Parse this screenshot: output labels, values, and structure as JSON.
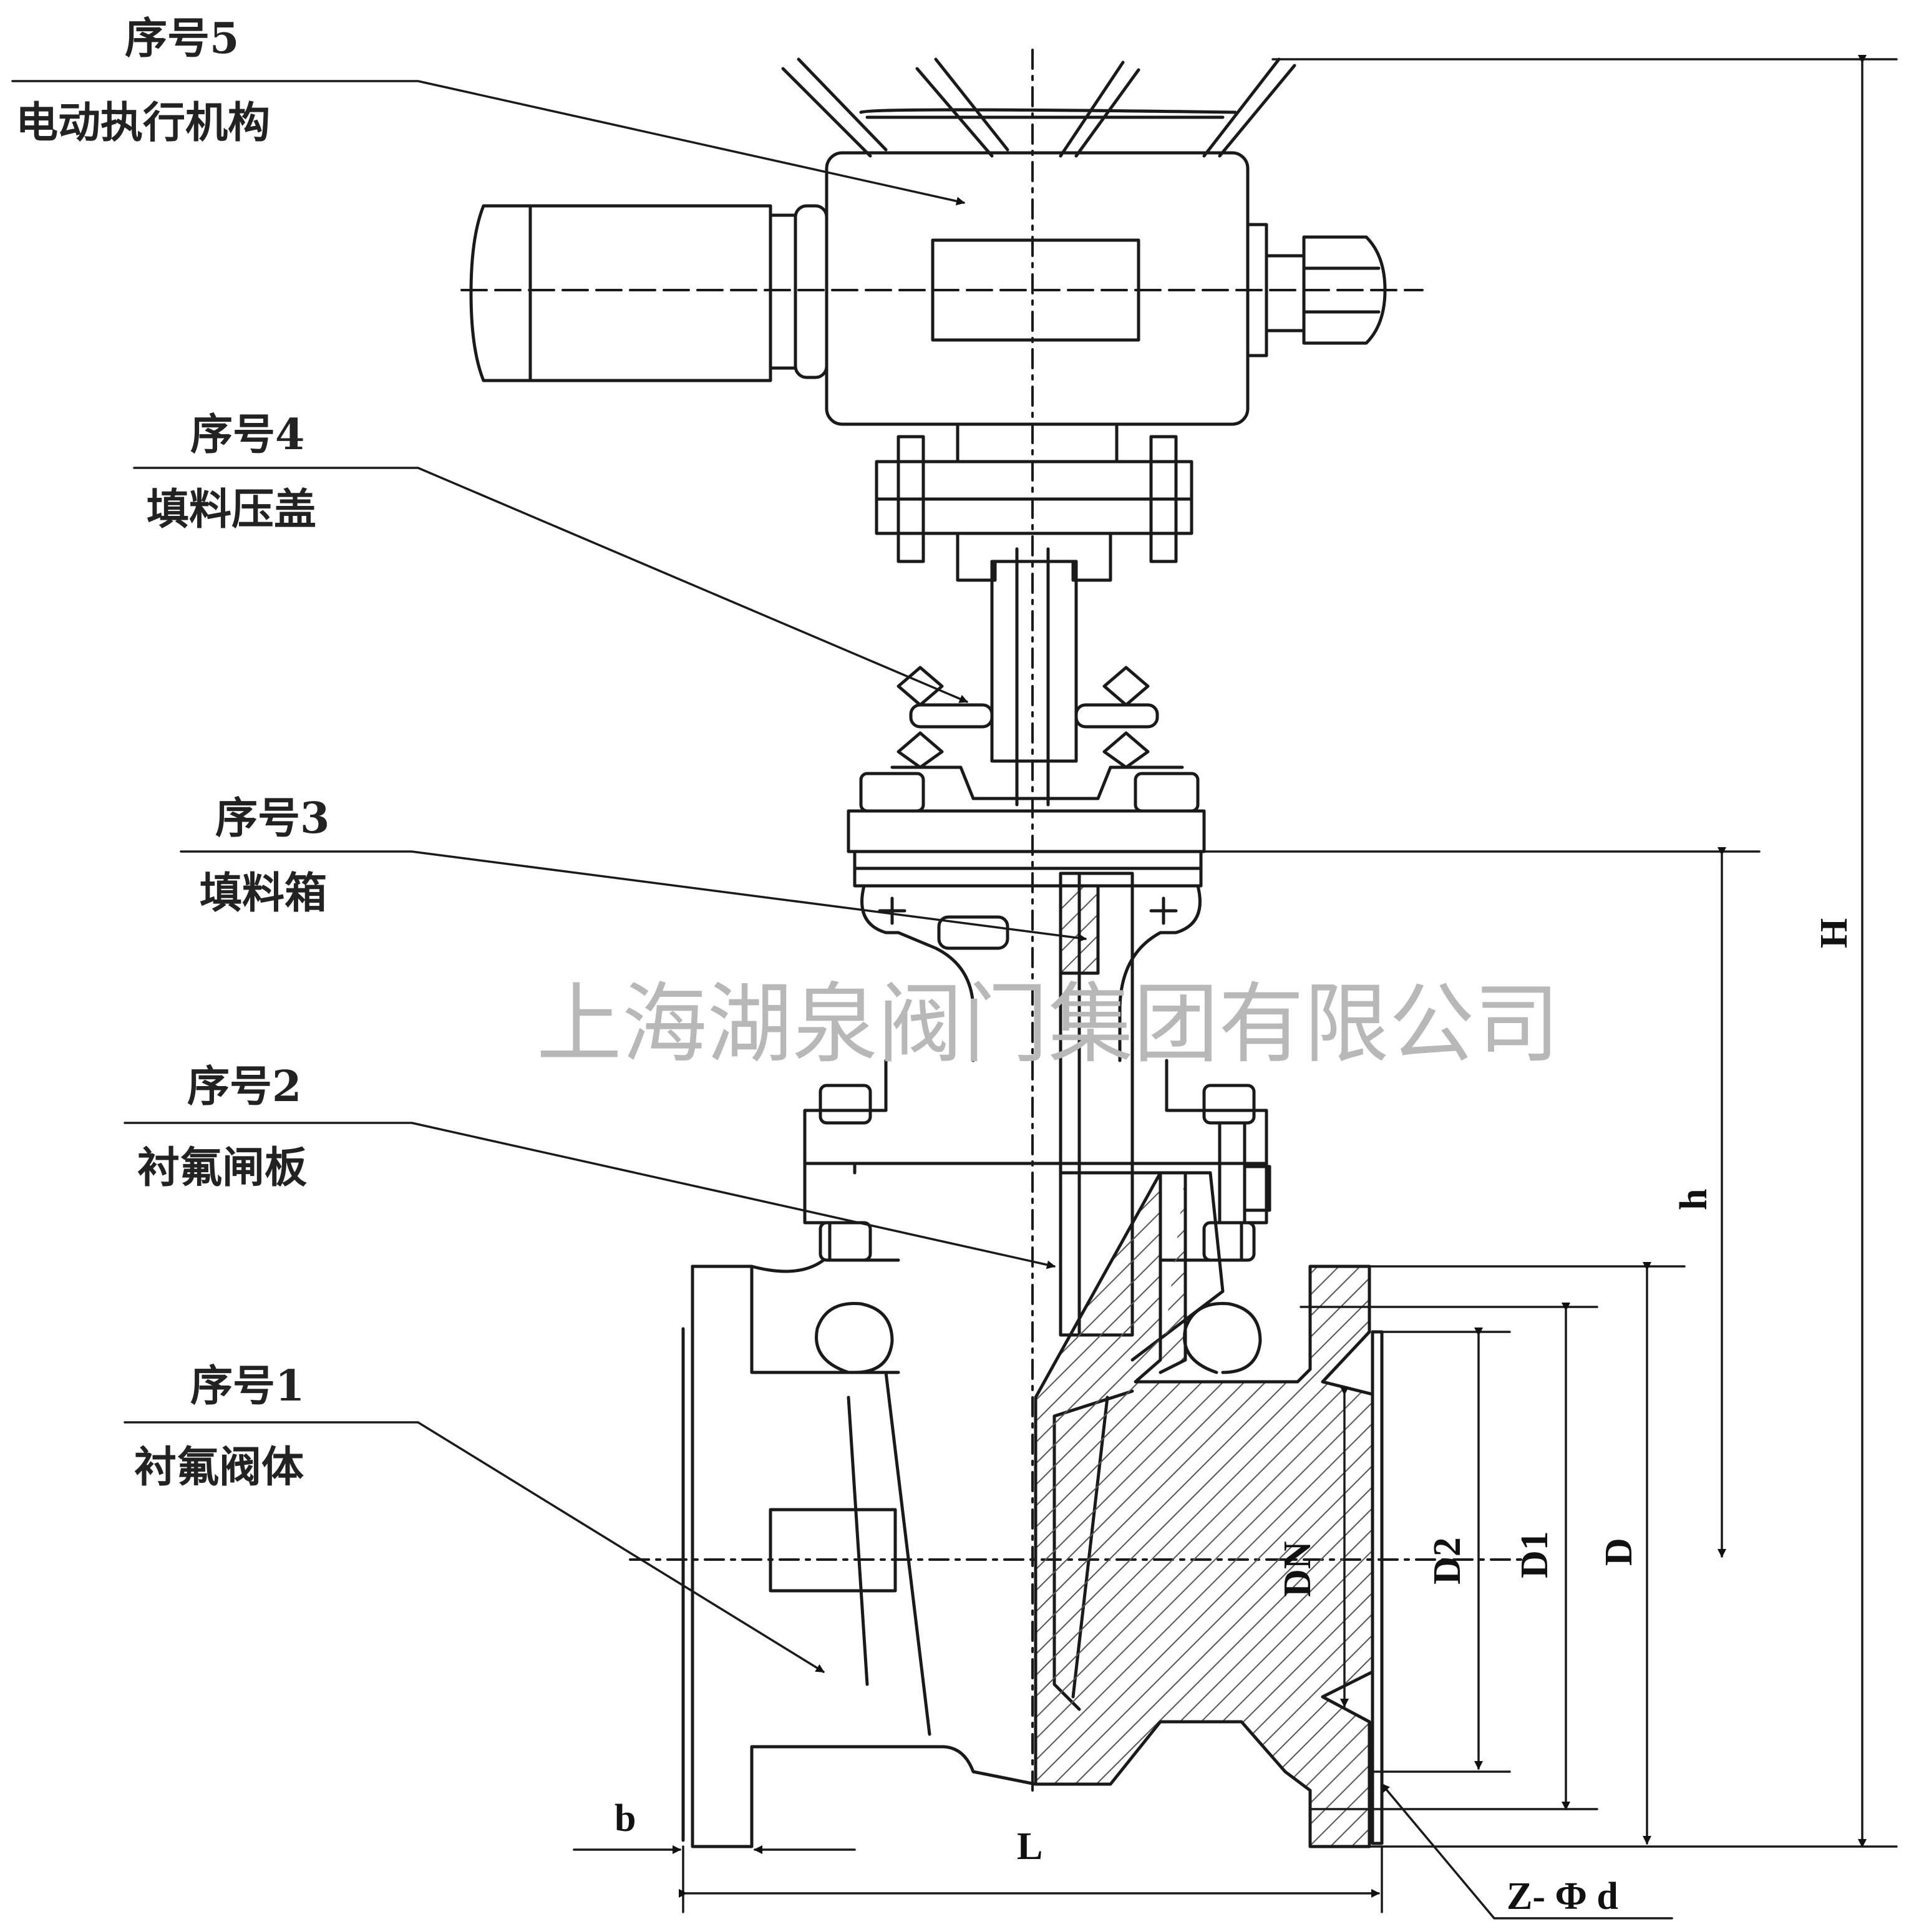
{
  "callouts": [
    {
      "no": "序号5",
      "name": "电动执行机构"
    },
    {
      "no": "序号4",
      "name": "填料压盖"
    },
    {
      "no": "序号3",
      "name": "填料箱"
    },
    {
      "no": "序号2",
      "name": "衬氟闸板"
    },
    {
      "no": "序号1",
      "name": "衬氟阀体"
    }
  ],
  "watermark": "上海湖泉阀门集团有限公司",
  "dimensions": {
    "H": "H",
    "h": "h",
    "DN": "DN",
    "D2": "D2",
    "D1": "D1",
    "D": "D",
    "L": "L",
    "b": "b",
    "bolts": "Z- Φ d"
  },
  "colors": {
    "line": "#1a1a1a",
    "hatch": "#555555",
    "watermark": "#b8b8b8"
  }
}
